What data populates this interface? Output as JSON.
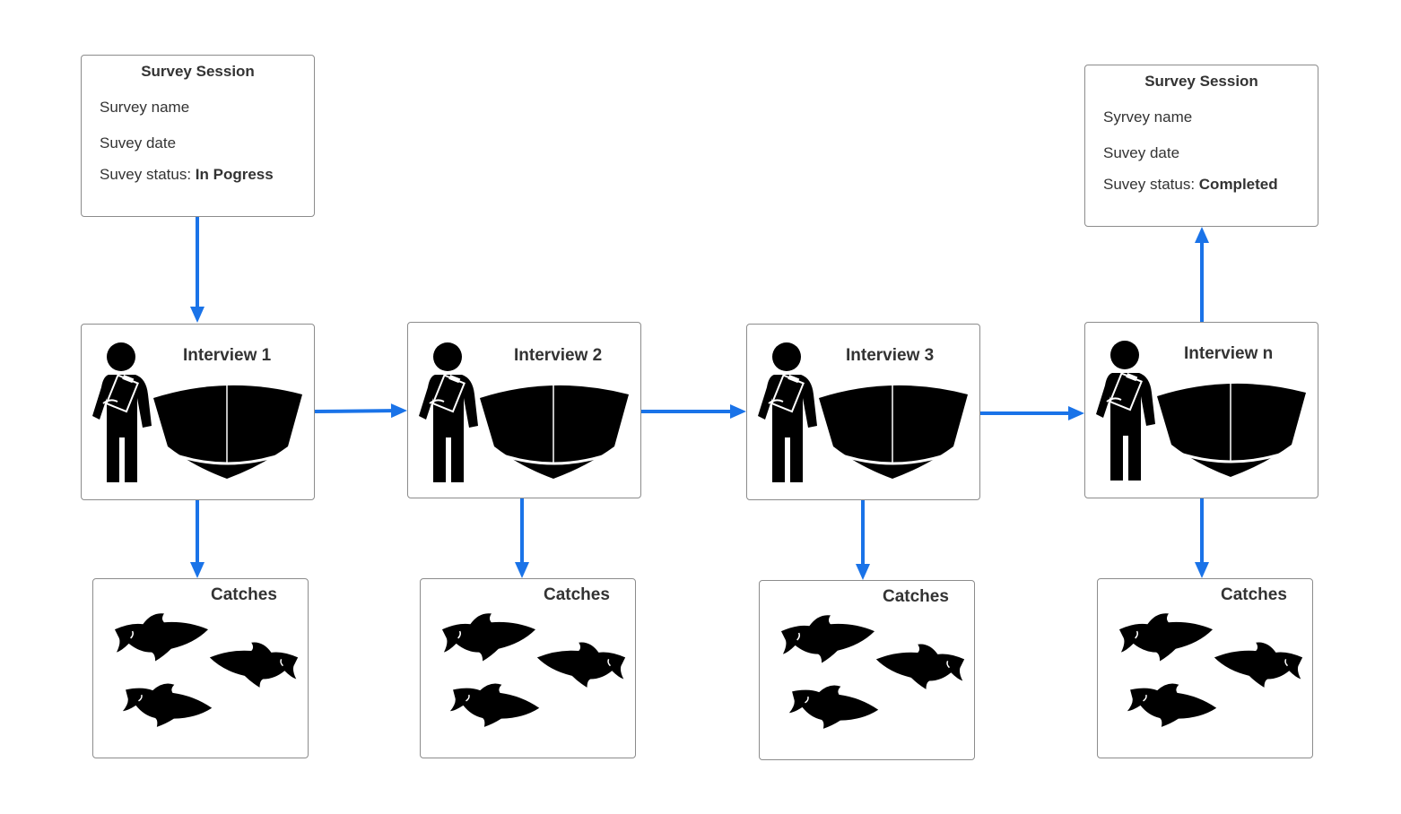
{
  "colors": {
    "arrow": "#1a73e8",
    "border": "#8c8c8c",
    "icon": "#000000",
    "text": "#333333"
  },
  "sessions": [
    {
      "title": "Survey Session",
      "name_label": "Survey name",
      "date_label": "Suvey date",
      "status_label": "Suvey status: ",
      "status_value": "In Pogress"
    },
    {
      "title": "Survey Session",
      "name_label": "Syrvey name",
      "date_label": "Suvey date",
      "status_label": "Suvey status: ",
      "status_value": "Completed"
    }
  ],
  "interviews": [
    {
      "title": "Interview 1",
      "icons": [
        "interviewer-icon",
        "boat-icon"
      ]
    },
    {
      "title": "Interview 2",
      "icons": [
        "interviewer-icon",
        "boat-icon"
      ]
    },
    {
      "title": "Interview 3",
      "icons": [
        "interviewer-icon",
        "boat-icon"
      ]
    },
    {
      "title": "Interview n",
      "icons": [
        "interviewer-icon",
        "boat-icon"
      ]
    }
  ],
  "catches": [
    {
      "title": "Catches",
      "icons": [
        "fish-icon",
        "fish-icon",
        "fish-icon"
      ]
    },
    {
      "title": "Catches",
      "icons": [
        "fish-icon",
        "fish-icon",
        "fish-icon"
      ]
    },
    {
      "title": "Catches",
      "icons": [
        "fish-icon",
        "fish-icon",
        "fish-icon"
      ]
    },
    {
      "title": "Catches",
      "icons": [
        "fish-icon",
        "fish-icon",
        "fish-icon"
      ]
    }
  ]
}
